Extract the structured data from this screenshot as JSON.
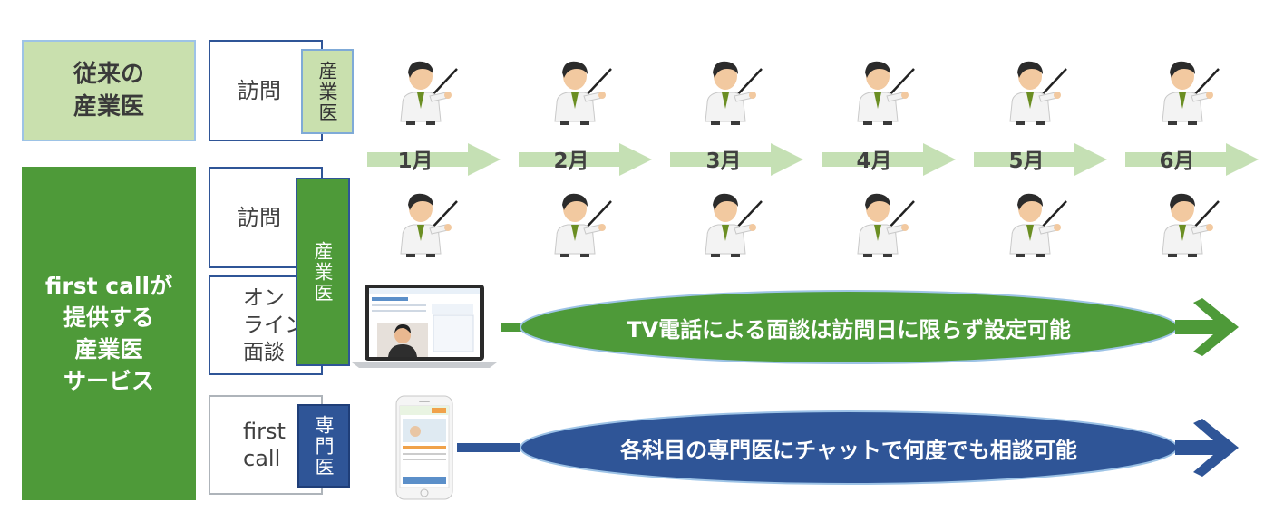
{
  "left": {
    "traditional_label": "従来の\n産業医",
    "firstcall_label": "first callが\n提供する\n産業医\nサービス"
  },
  "rows": {
    "traditional_visit": {
      "label": "訪問",
      "tag": "産業医"
    },
    "fc_visit": {
      "label": "訪問"
    },
    "fc_online": {
      "label": "オン\nライン\n面談"
    },
    "fc_doctor_tag": "産業医",
    "fc_firstcall": {
      "label": "first\ncall",
      "tag": "専門医"
    }
  },
  "months": [
    "1月",
    "2月",
    "3月",
    "4月",
    "5月",
    "6月"
  ],
  "banners": {
    "tv": "TV電話による面談は訪問日に限らず設定可能",
    "chat": "各科目の専門医にチャットで何度でも相談可能"
  },
  "colors": {
    "light_green": "#c9e0ae",
    "green": "#4e9a39",
    "navy": "#2f5597",
    "arrow_light": "#c5e0b4"
  },
  "icons": [
    "doctor-with-pointer-icon",
    "laptop-icon",
    "smartphone-icon"
  ]
}
